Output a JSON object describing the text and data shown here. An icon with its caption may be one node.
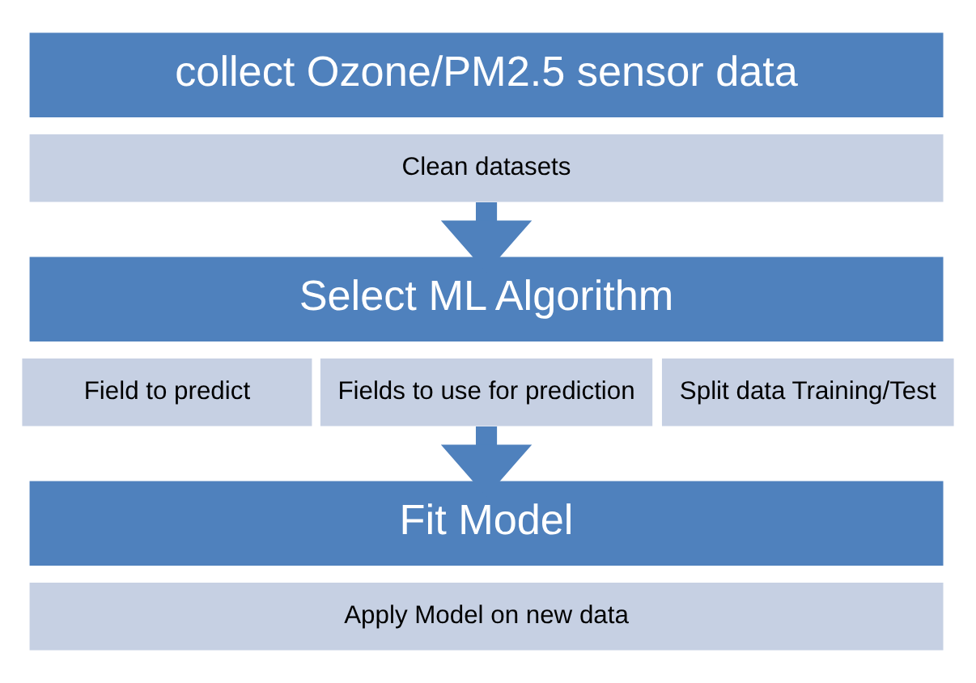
{
  "diagram": {
    "nodes": [
      {
        "text": [
          "collect Ozone/PM2.5 sensor data"
        ]
      },
      {
        "text": [
          "Clean datasets"
        ]
      },
      {
        "text": [
          "Select ML Algorithm"
        ]
      },
      {
        "text": [
          "Field to predict"
        ]
      },
      {
        "text": [
          "Fields to use for prediction"
        ]
      },
      {
        "text": [
          "Split data Training/Test"
        ]
      },
      {
        "text": [
          "Fit Model"
        ]
      },
      {
        "text": [
          "Apply Model on new data"
        ]
      }
    ],
    "edges": [
      {
        "from": 1,
        "to": 2,
        "arrow": "to"
      },
      {
        "from": 4,
        "to": 6,
        "arrow": "to"
      }
    ]
  }
}
